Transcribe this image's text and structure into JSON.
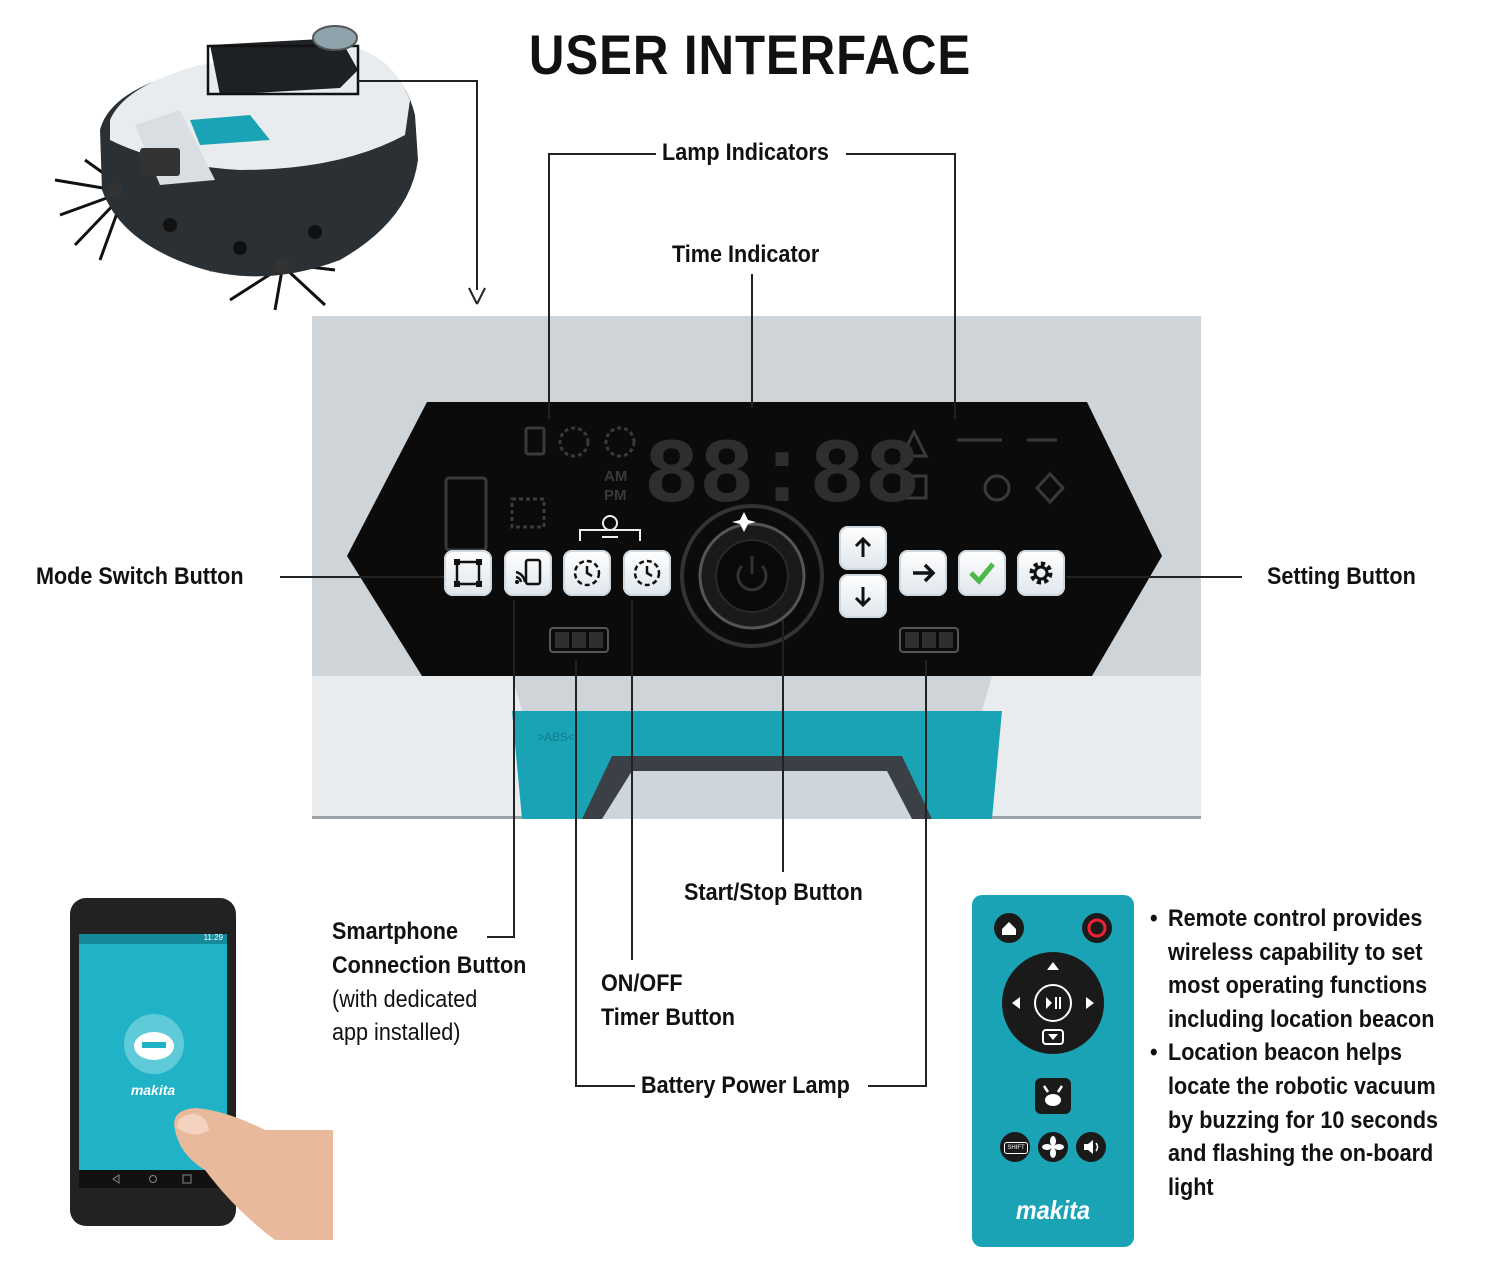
{
  "title": "USER INTERFACE",
  "labels": {
    "lamp_indicators": "Lamp Indicators",
    "time_indicator": "Time Indicator",
    "mode_switch": "Mode Switch Button",
    "setting": "Setting Button",
    "start_stop": "Start/Stop Button",
    "smartphone_line1": "Smartphone",
    "smartphone_line2": "Connection Button",
    "smartphone_note1": "(with dedicated",
    "smartphone_note2": "app installed)",
    "timer_line1": "ON/OFF",
    "timer_line2": "Timer Button",
    "battery": "Battery Power Lamp"
  },
  "display": {
    "digits": "88:88",
    "am": "AM",
    "pm": "PM",
    "abs_mark": ">ABS<"
  },
  "phone": {
    "status_time": "11:29",
    "brand": "makita"
  },
  "remote": {
    "shift": "SHIFT",
    "brand": "makita"
  },
  "bullets": [
    "Remote control provides wireless capability to set most operating functions including location beacon",
    "Location beacon helps locate the robotic vacuum by buzzing for 10 seconds and flashing the on-board light"
  ],
  "colors": {
    "teal": "#1aa3b5",
    "panel_black": "#0b0b0b",
    "panel_grey": "#d3d8dc",
    "check_green": "#4cb848"
  }
}
